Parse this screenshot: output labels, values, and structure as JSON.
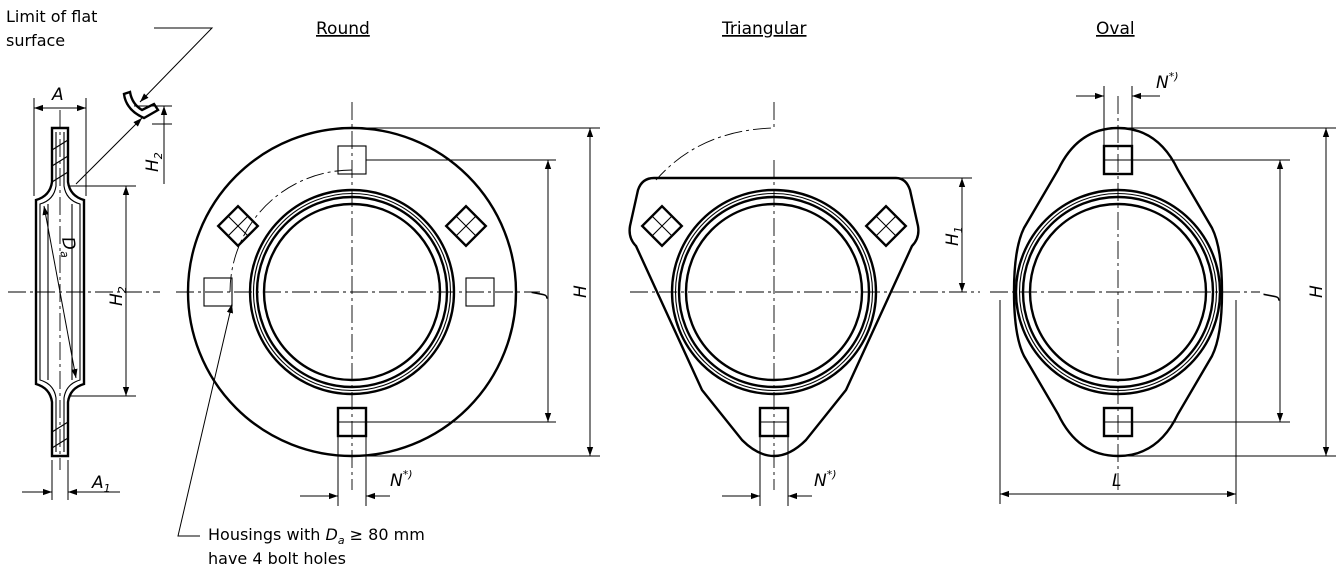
{
  "views": {
    "round": "Round",
    "triangular": "Triangular",
    "oval": "Oval"
  },
  "notes": {
    "flat_line1": "Limit of flat",
    "flat_line2": "surface",
    "bolt_line1_pre": "Housings with ",
    "bolt_line1_post": " ≥ 80 mm",
    "bolt_line2": "have 4 bolt holes"
  },
  "dims": {
    "A": "A",
    "A1": "A",
    "A1_sub": "1",
    "H2": "H",
    "H2_sub": "2",
    "Da": "D",
    "Da_sub": "a",
    "J": "J",
    "H": "H",
    "H1": "H",
    "H1_sub": "1",
    "N": "N",
    "N_sup": "*)",
    "L": "L"
  }
}
